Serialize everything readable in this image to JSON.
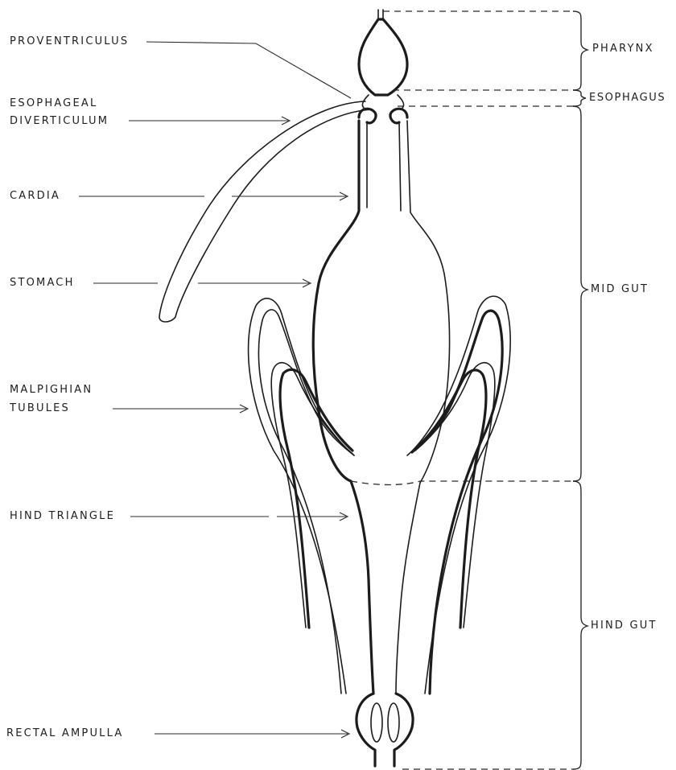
{
  "labels": {
    "proventriculus": "PROVENTRICULUS",
    "esophageal_diverticulum_line1": "ESOPHAGEAL",
    "esophageal_diverticulum_line2": "DIVERTICULUM",
    "cardia": "CARDIA",
    "stomach": "STOMACH",
    "malpighian_tubules_line1": "MALPIGHIAN",
    "malpighian_tubules_line2": "TUBULES",
    "hind_triangle": "HIND TRIANGLE",
    "rectal_ampulla": "RECTAL AMPULLA"
  },
  "regions": {
    "pharynx": "PHARYNX",
    "esophagus": "ESOPHAGUS",
    "mid_gut": "MID GUT",
    "hind_gut": "HIND GUT"
  }
}
